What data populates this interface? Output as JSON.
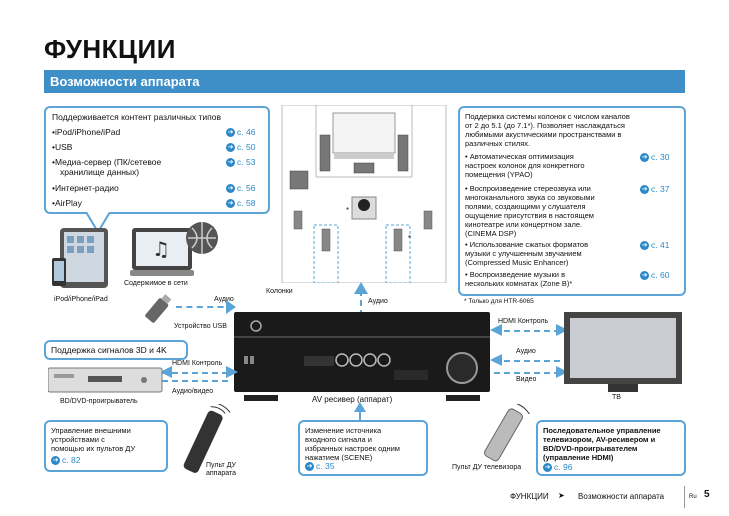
{
  "page_title": "ФУНКЦИИ",
  "section_title": "Возможности аппарата",
  "content_box": {
    "heading": "Поддерживается контент различных типов",
    "items": [
      {
        "label": "•iPod/iPhone/iPad",
        "ref": "с. 46"
      },
      {
        "label": "•USB",
        "ref": "с. 50"
      },
      {
        "label": "•Медиа-сервер (ПК/сетевое",
        "label2": "хранилище данных)",
        "ref": "с. 53"
      },
      {
        "label": "•Интернет-радио",
        "ref": "с. 56"
      },
      {
        "label": "•AirPlay",
        "ref": "с. 58"
      }
    ]
  },
  "speaker_box": {
    "heading": [
      "Поддержка системы колонок с числом каналов",
      "от 2 до 5.1 (до 7.1*). Позволяет наслаждаться",
      "любимыми акустическими пространствами в",
      "различных стилях."
    ],
    "items": [
      {
        "lines": [
          "• Автоматическая оптимизация",
          "настроек колонок для конкретного",
          "помещения (YPAO)"
        ],
        "ref": "с. 30"
      },
      {
        "lines": [
          "• Воспроизведение стереозвука или",
          "многоканального звука со звуковыми",
          "полями, создающими у слушателя",
          "ощущение присутствия в настоящем",
          "кинотеатре или концертном зале.",
          "(CINEMA DSP)"
        ],
        "ref": "с. 37"
      },
      {
        "lines": [
          "• Использование сжатых форматов",
          "музыки с улучшенным звучанием",
          "(Compressed Music Enhancer)"
        ],
        "ref": "с. 41"
      },
      {
        "lines": [
          "• Воспроизведение музыки в",
          "нескольких комнатах (Zone B)*"
        ],
        "ref": "с. 60"
      }
    ],
    "footnote": "* Только для HTR-6065"
  },
  "labels": {
    "ipod": "iPod/iPhone/iPad",
    "network": "Содержимое в сети",
    "audio1": "Аудио",
    "usb_device": "Устройство USB",
    "speakers": "Колонки",
    "audio2": "Аудио",
    "hdmi_control_r": "HDMI Контроль",
    "audio3": "Аудио",
    "video": "Видео",
    "tv": "ТВ",
    "hdmi_control_l": "HDMI Контроль",
    "audio_video": "Аудио/видео",
    "bd_dvd": "BD/DVD-проигрыватель",
    "av_receiver": "AV ресивер (аппарат)",
    "remote_av": [
      "Пульт ДУ",
      "аппарата"
    ],
    "remote_tv": "Пульт ДУ телевизора"
  },
  "box_3d4k": "Поддержка сигналов 3D и 4K",
  "remote_box": {
    "lines": [
      "Управление внешними",
      "устройствами с",
      "помощью их пультов ДУ"
    ],
    "ref": "с. 82"
  },
  "scene_box": {
    "lines": [
      "Изменение источника",
      "входного сигнала и",
      "избранных настроек одним",
      "нажатием (SCENE)"
    ],
    "ref": "с. 35"
  },
  "hdmi_box": {
    "lines": [
      "Последовательное управление",
      "телевизором, AV-ресивером и",
      "BD/DVD-проигрывателем",
      "(управление HDMI)"
    ],
    "ref": "с. 96"
  },
  "footer": {
    "left": "ФУНКЦИИ",
    "arrow": "➤",
    "right": "Возможности аппарата",
    "lang": "Ru",
    "page": "5"
  },
  "colors": {
    "accent": "#3e8ec8",
    "border": "#5aa4d8",
    "link": "#2a88c8"
  }
}
